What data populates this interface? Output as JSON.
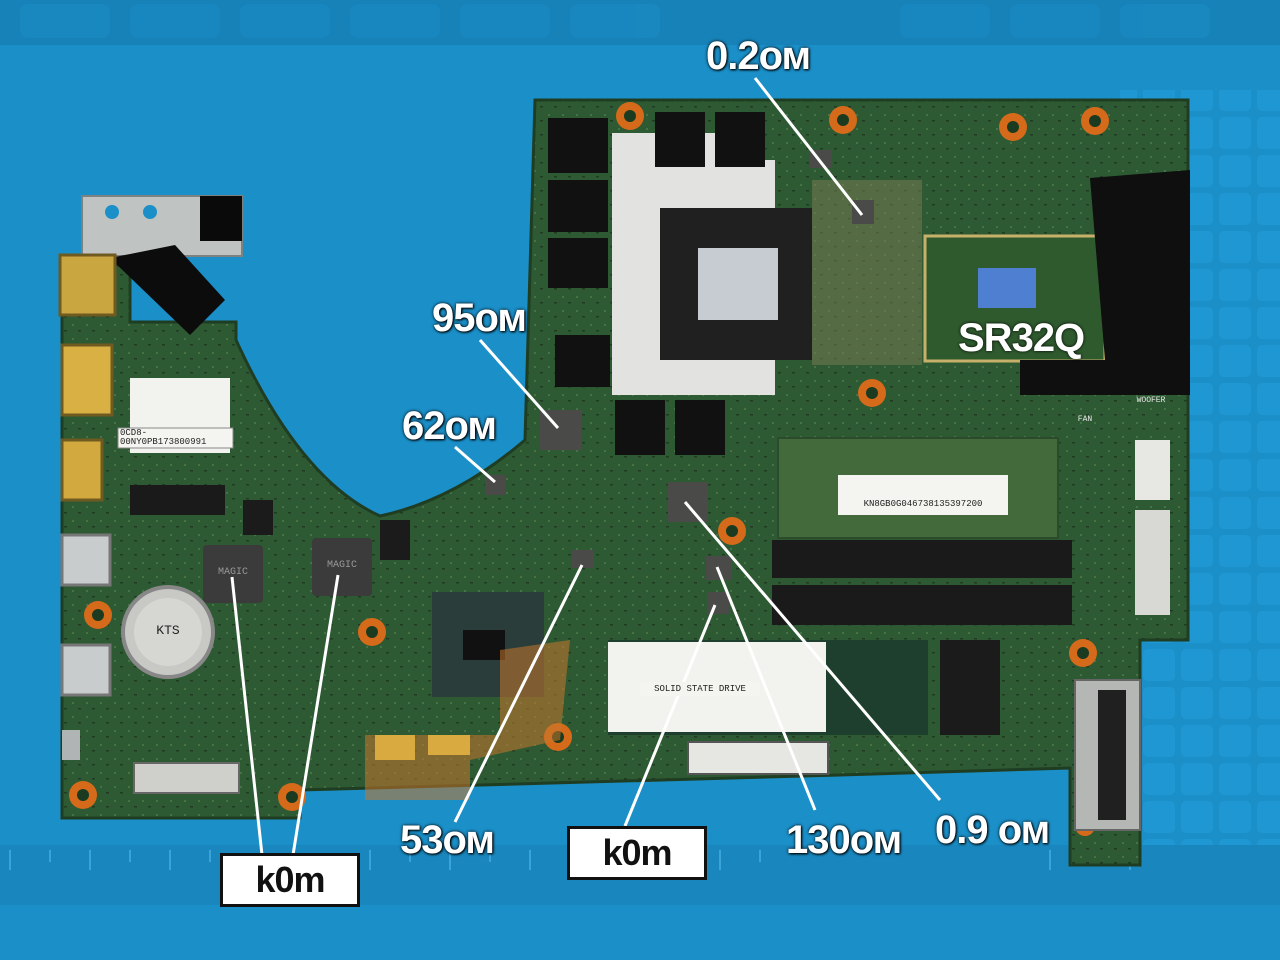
{
  "image": {
    "subject": "motherboard",
    "colors": {
      "mat": "#1b8fc8",
      "pcb": "#2f5a33",
      "label_text": "#ffffff",
      "box_fill": "#ffffff",
      "box_border": "#111111",
      "pointer_line": "#ffffff"
    }
  },
  "labels": {
    "top_coil": "0.2ом",
    "gpu_side": "95ом",
    "mid_left": "62ом",
    "bottom_53": "53ом",
    "bottom_130": "130ом",
    "bottom_09": "0.9 ом",
    "box_left": "k0m",
    "box_middle": "k0m"
  },
  "board_markings": {
    "cpu": "SR32Q",
    "ram_sticker": "KN8GB0G046738135397200",
    "wlan_sticker": "0CD8-00NY0PB173800991",
    "battery": "KTS",
    "ssd": "SOLID STATE DRIVE",
    "coil_left": "MAGIC",
    "coil_right": "MAGIC",
    "woofer": "WOOFER",
    "fan": "FAN"
  }
}
